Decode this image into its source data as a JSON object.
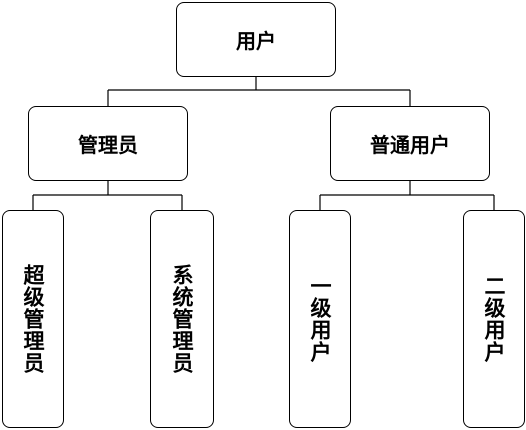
{
  "diagram": {
    "root": "用户",
    "admin": "管理员",
    "normal_user": "普通用户",
    "super_admin": "超级管理员",
    "system_admin": "系统管理员",
    "level1_user": "一级用户",
    "level2_user": "二级用户"
  }
}
